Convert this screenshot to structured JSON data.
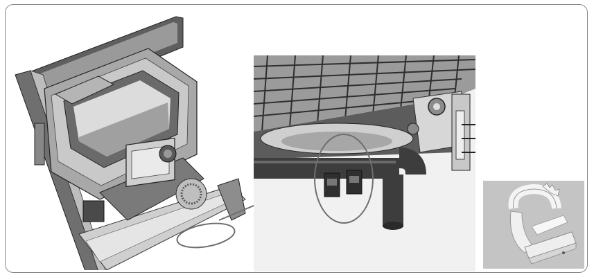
{
  "figure": {
    "views": [
      {
        "id": "assembly",
        "name": "appliance-cutaway-assembly"
      },
      {
        "id": "detail",
        "name": "tube-clip-detail"
      },
      {
        "id": "photo",
        "name": "clip-photo"
      }
    ],
    "colors": {
      "frame": "#8a8a8a",
      "grey_dark": "#3a3a3a",
      "grey_mid": "#8c8c8c",
      "grey_light": "#d2d2d2",
      "callout": "#6e6e6e"
    },
    "icons": [
      "callout-arrow-icon",
      "highlight-circle-icon"
    ]
  }
}
